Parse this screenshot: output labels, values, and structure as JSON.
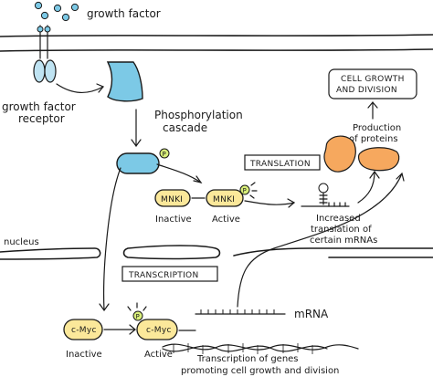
{
  "labels": {
    "growth_factor": "growth factor",
    "growth_factor_receptor_1": "growth factor",
    "growth_factor_receptor_2": "receptor",
    "phosphorylation_1": "Phosphorylation",
    "phosphorylation_2": "cascade",
    "translation_box": "TRANSLATION",
    "transcription_box": "TRANSCRIPTION",
    "cell_growth_1": "CELL GROWTH",
    "cell_growth_2": "AND DIVISION",
    "production_1": "Production",
    "production_2": "of proteins",
    "mnk1_inactive": "MNKI",
    "mnk1_active": "MNKI",
    "inactive_1": "Inactive",
    "active_1": "Active",
    "increased_1": "Increased",
    "increased_2": "translation of",
    "increased_3": "certain mRNAs",
    "nucleus": "nucleus",
    "cmyc_inactive": "c-Myc",
    "cmyc_active": "c-Myc",
    "inactive_2": "Inactive",
    "active_2": "Active",
    "mrna": "mRNA",
    "transcription_genes_1": "Transcription of genes",
    "transcription_genes_2": "promoting cell growth and division",
    "phospho_p": "P"
  },
  "colors": {
    "receptor": "#bfe3f2",
    "protein_blue": "#7cc9e6",
    "yellow": "#fbe89a",
    "orange": "#f6a85e",
    "outline": "#1a1a1a"
  }
}
